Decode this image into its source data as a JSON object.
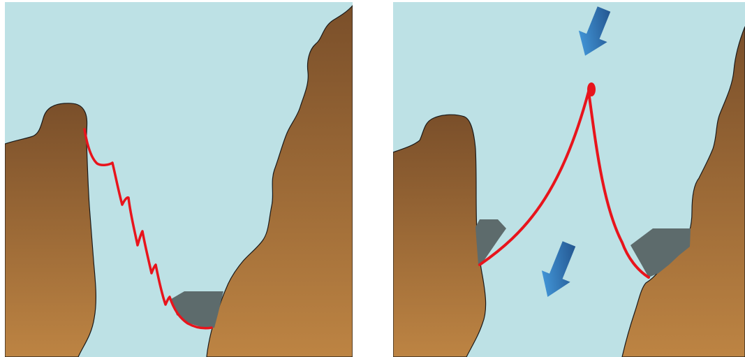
{
  "figure": {
    "panels": [
      {
        "id": "left",
        "elements": [
          "sky",
          "left-cliff",
          "right-cliff",
          "lava-rock",
          "crack-line"
        ]
      },
      {
        "id": "right",
        "elements": [
          "sky",
          "left-cliff",
          "right-cliff",
          "left-rock",
          "right-rock",
          "arch-line",
          "arrow-down-top",
          "arrow-down-middle"
        ]
      }
    ]
  },
  "colors": {
    "sky": "#bde1e5",
    "cliff_top": "#7a4f2a",
    "cliff_bottom": "#bd8443",
    "rock": "#5d6b6c",
    "line": "#e8141c",
    "arrow_light": "#4aa6ea",
    "arrow_dark": "#1e4a82",
    "outline": "#1a1a1a"
  },
  "icons": [
    "arrow-down-icon",
    "arrow-down-icon"
  ]
}
